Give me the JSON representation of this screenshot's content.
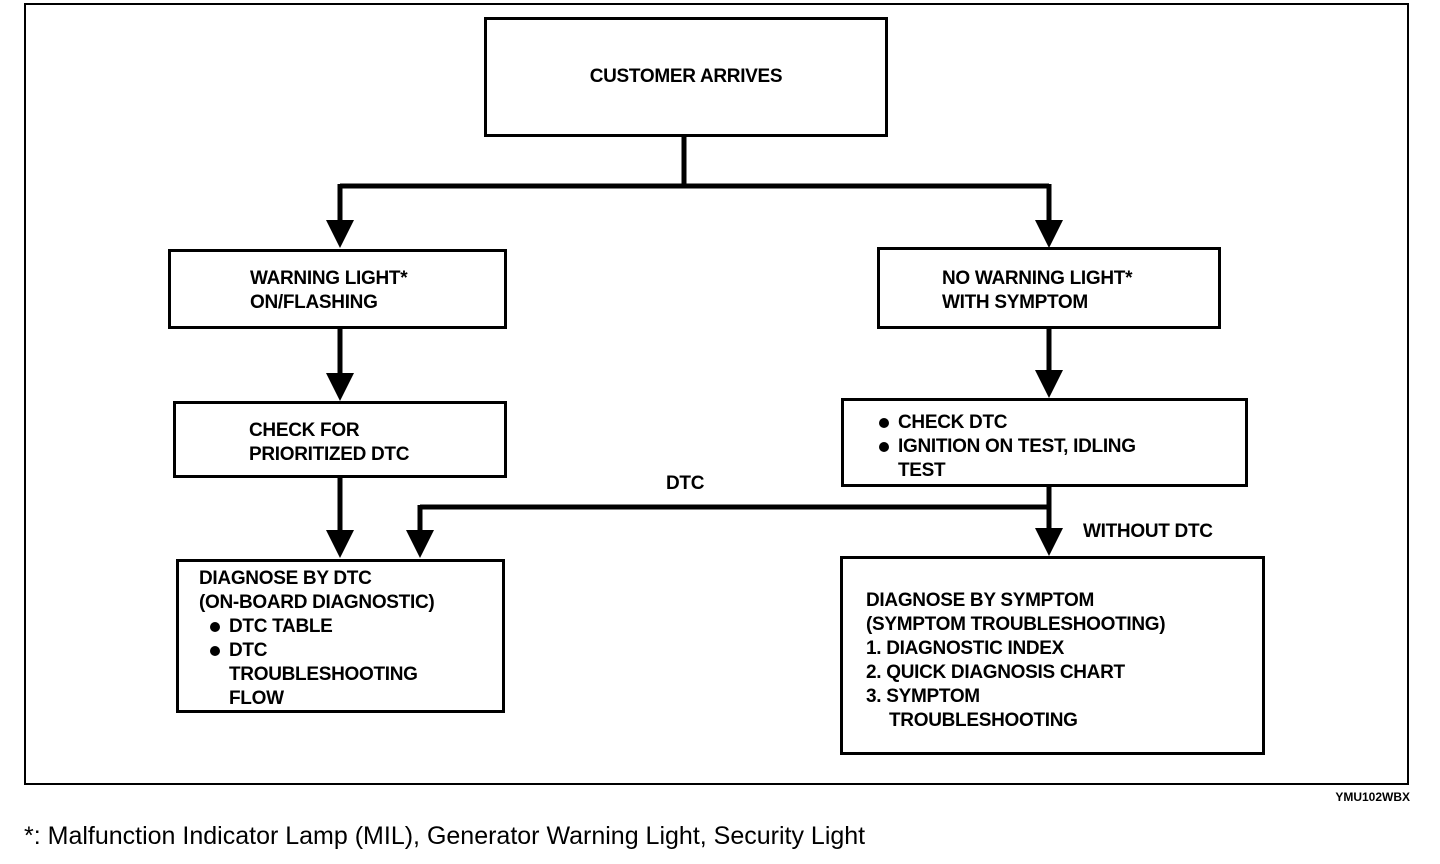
{
  "nodes": {
    "customer_arrives": "CUSTOMER ARRIVES",
    "warning_light": [
      "WARNING LIGHT*",
      "ON/FLASHING"
    ],
    "no_warning_light": [
      "NO WARNING LIGHT*",
      "WITH SYMPTOM"
    ],
    "check_prioritized": [
      "CHECK FOR",
      "PRIORITIZED DTC"
    ],
    "check_dtc_bullets": [
      "CHECK DTC",
      "IGNITION ON TEST, IDLING",
      "TEST"
    ],
    "diagnose_dtc": {
      "lines": [
        "DIAGNOSE BY DTC",
        "(ON-BOARD DIAGNOSTIC)"
      ],
      "bullets": [
        "DTC TABLE",
        "DTC",
        "TROUBLESHOOTING",
        "FLOW"
      ]
    },
    "diagnose_symptom": [
      "DIAGNOSE BY SYMPTOM",
      "(SYMPTOM TROUBLESHOOTING)",
      "1. DIAGNOSTIC INDEX",
      "2. QUICK DIAGNOSIS CHART",
      "3. SYMPTOM",
      "TROUBLESHOOTING"
    ]
  },
  "edge_labels": {
    "dtc": "DTC",
    "without_dtc": "WITHOUT DTC"
  },
  "figure_code": "YMU102WBX",
  "footnote": "*: Malfunction Indicator Lamp (MIL), Generator Warning Light, Security Light"
}
